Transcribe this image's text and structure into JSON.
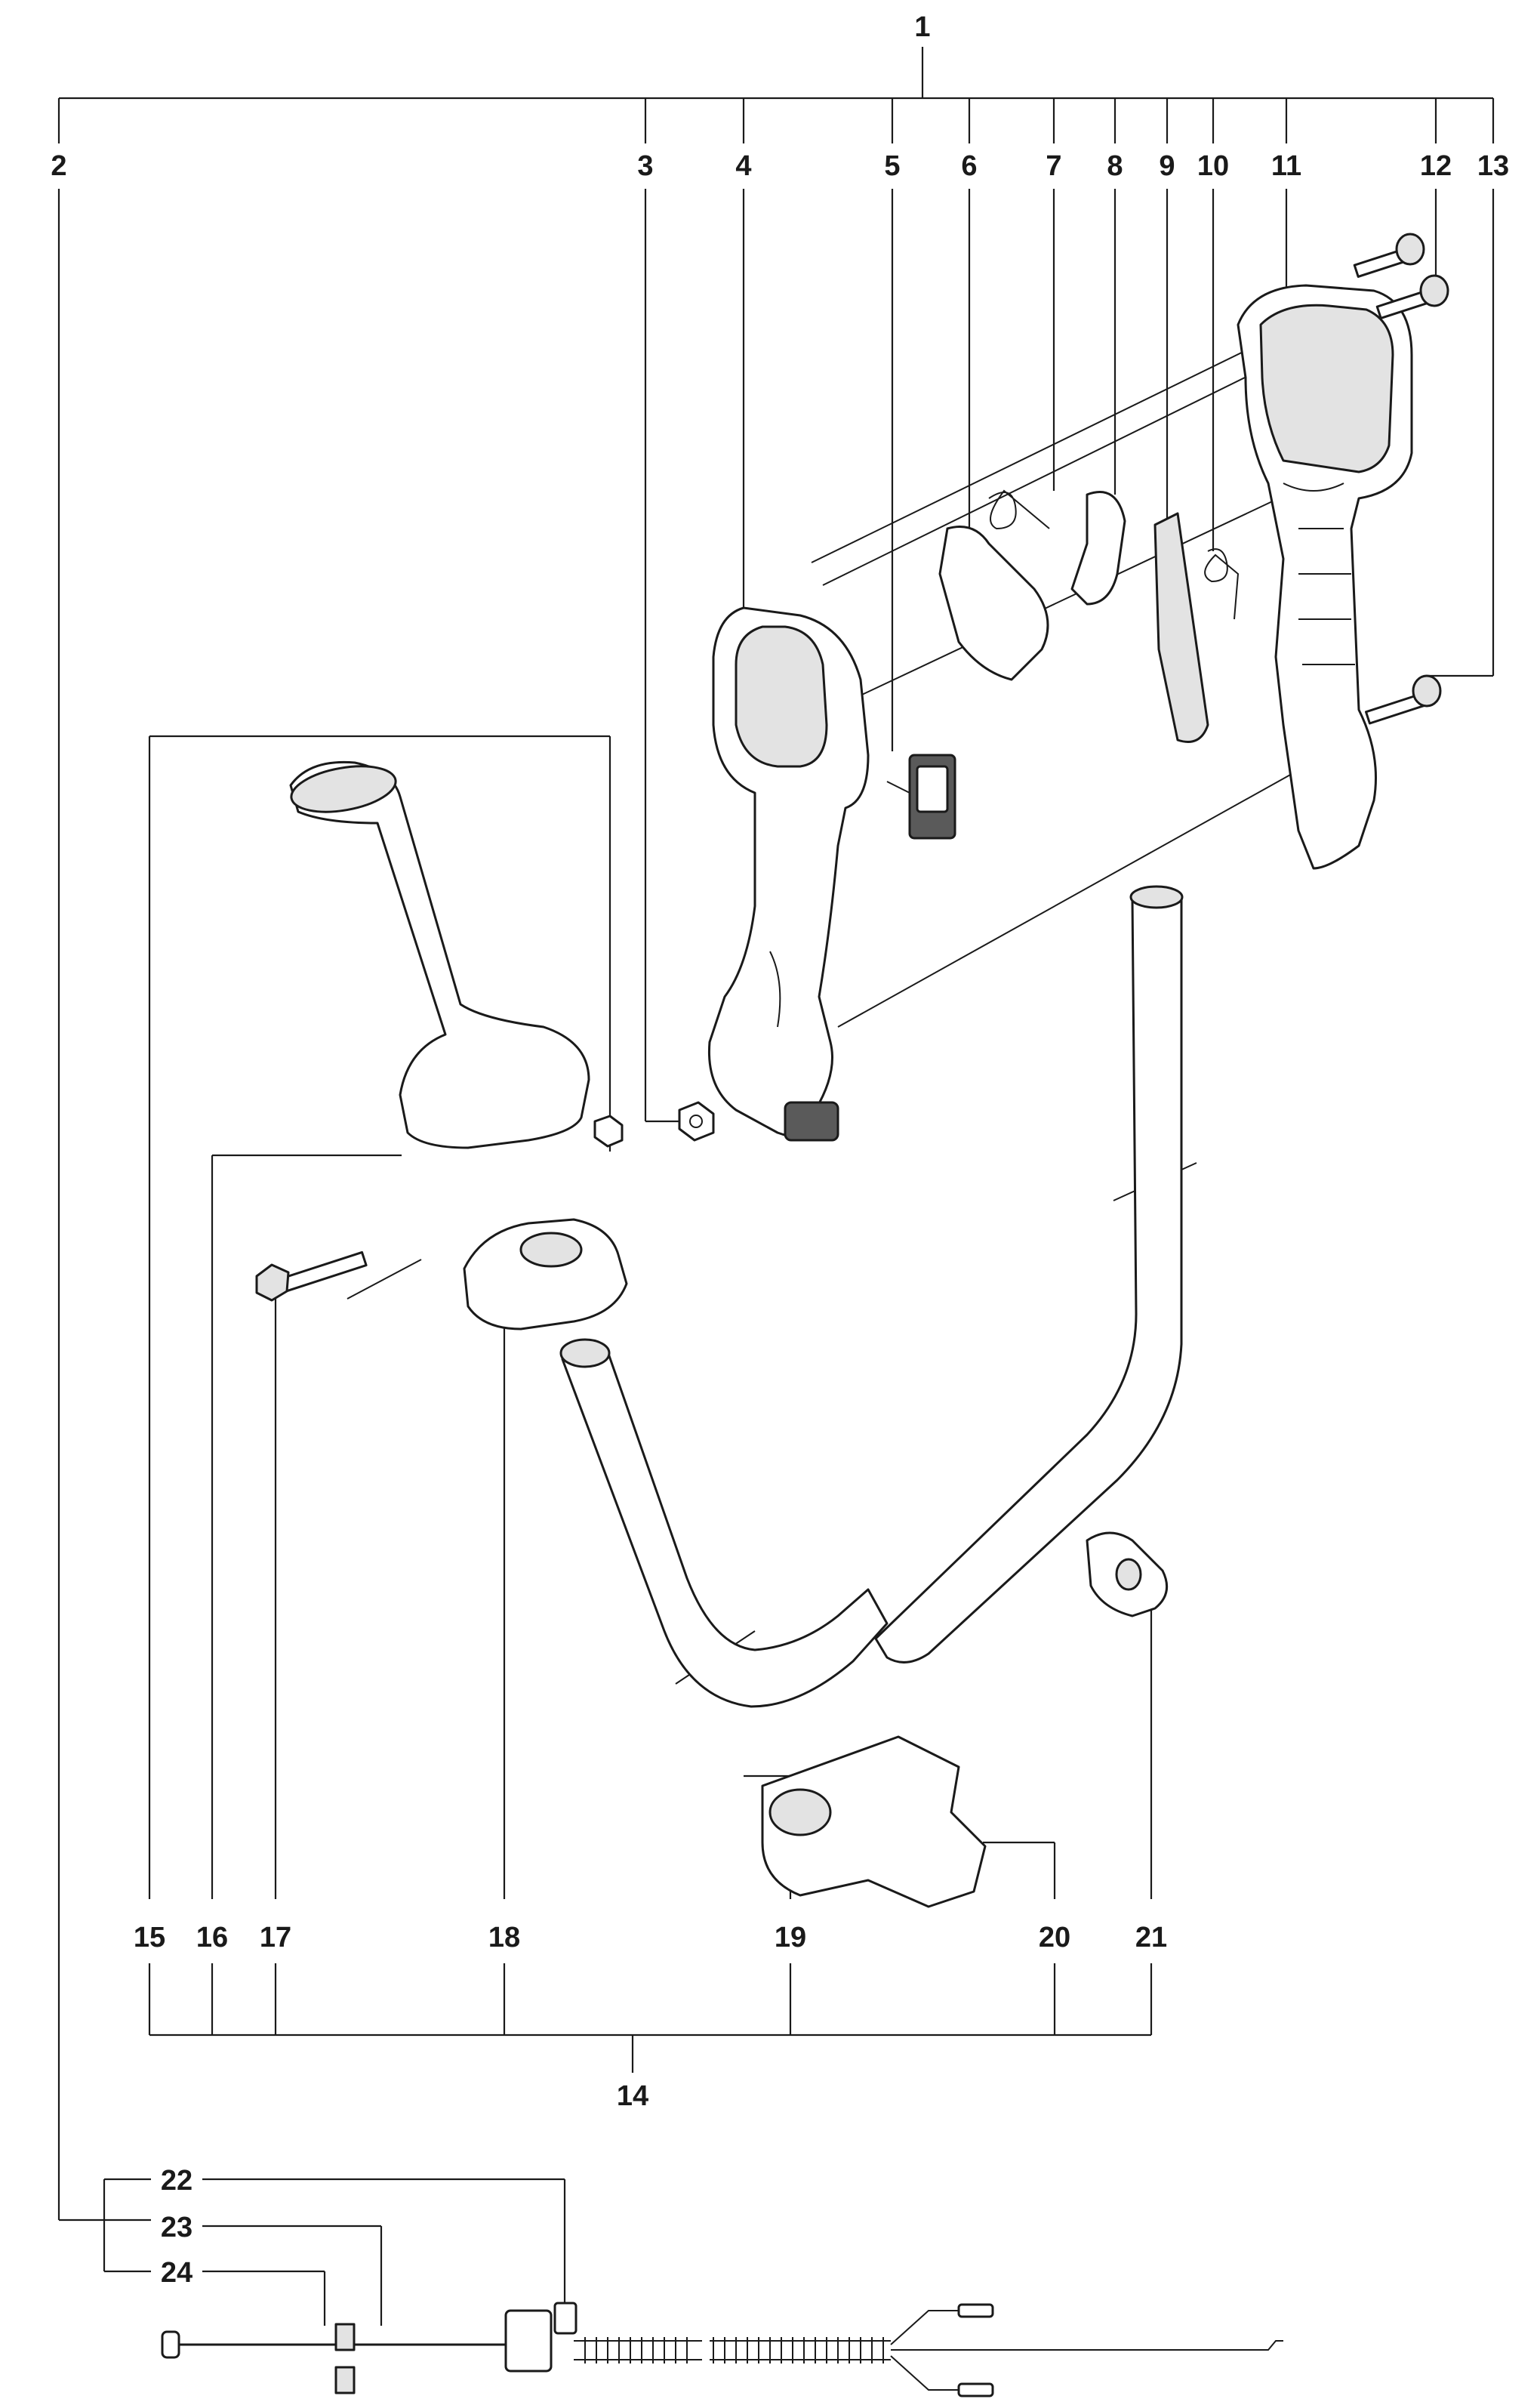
{
  "labels": {
    "p1": "1",
    "p2": "2",
    "p3": "3",
    "p4": "4",
    "p5": "5",
    "p6": "6",
    "p7": "7",
    "p8": "8",
    "p9": "9",
    "p10": "10",
    "p11": "11",
    "p12": "12",
    "p13": "13",
    "p14": "14",
    "p15": "15",
    "p16": "16",
    "p17": "17",
    "p18": "18",
    "p19": "19",
    "p20": "20",
    "p21": "21",
    "p22": "22",
    "p23": "23",
    "p24": "24"
  }
}
